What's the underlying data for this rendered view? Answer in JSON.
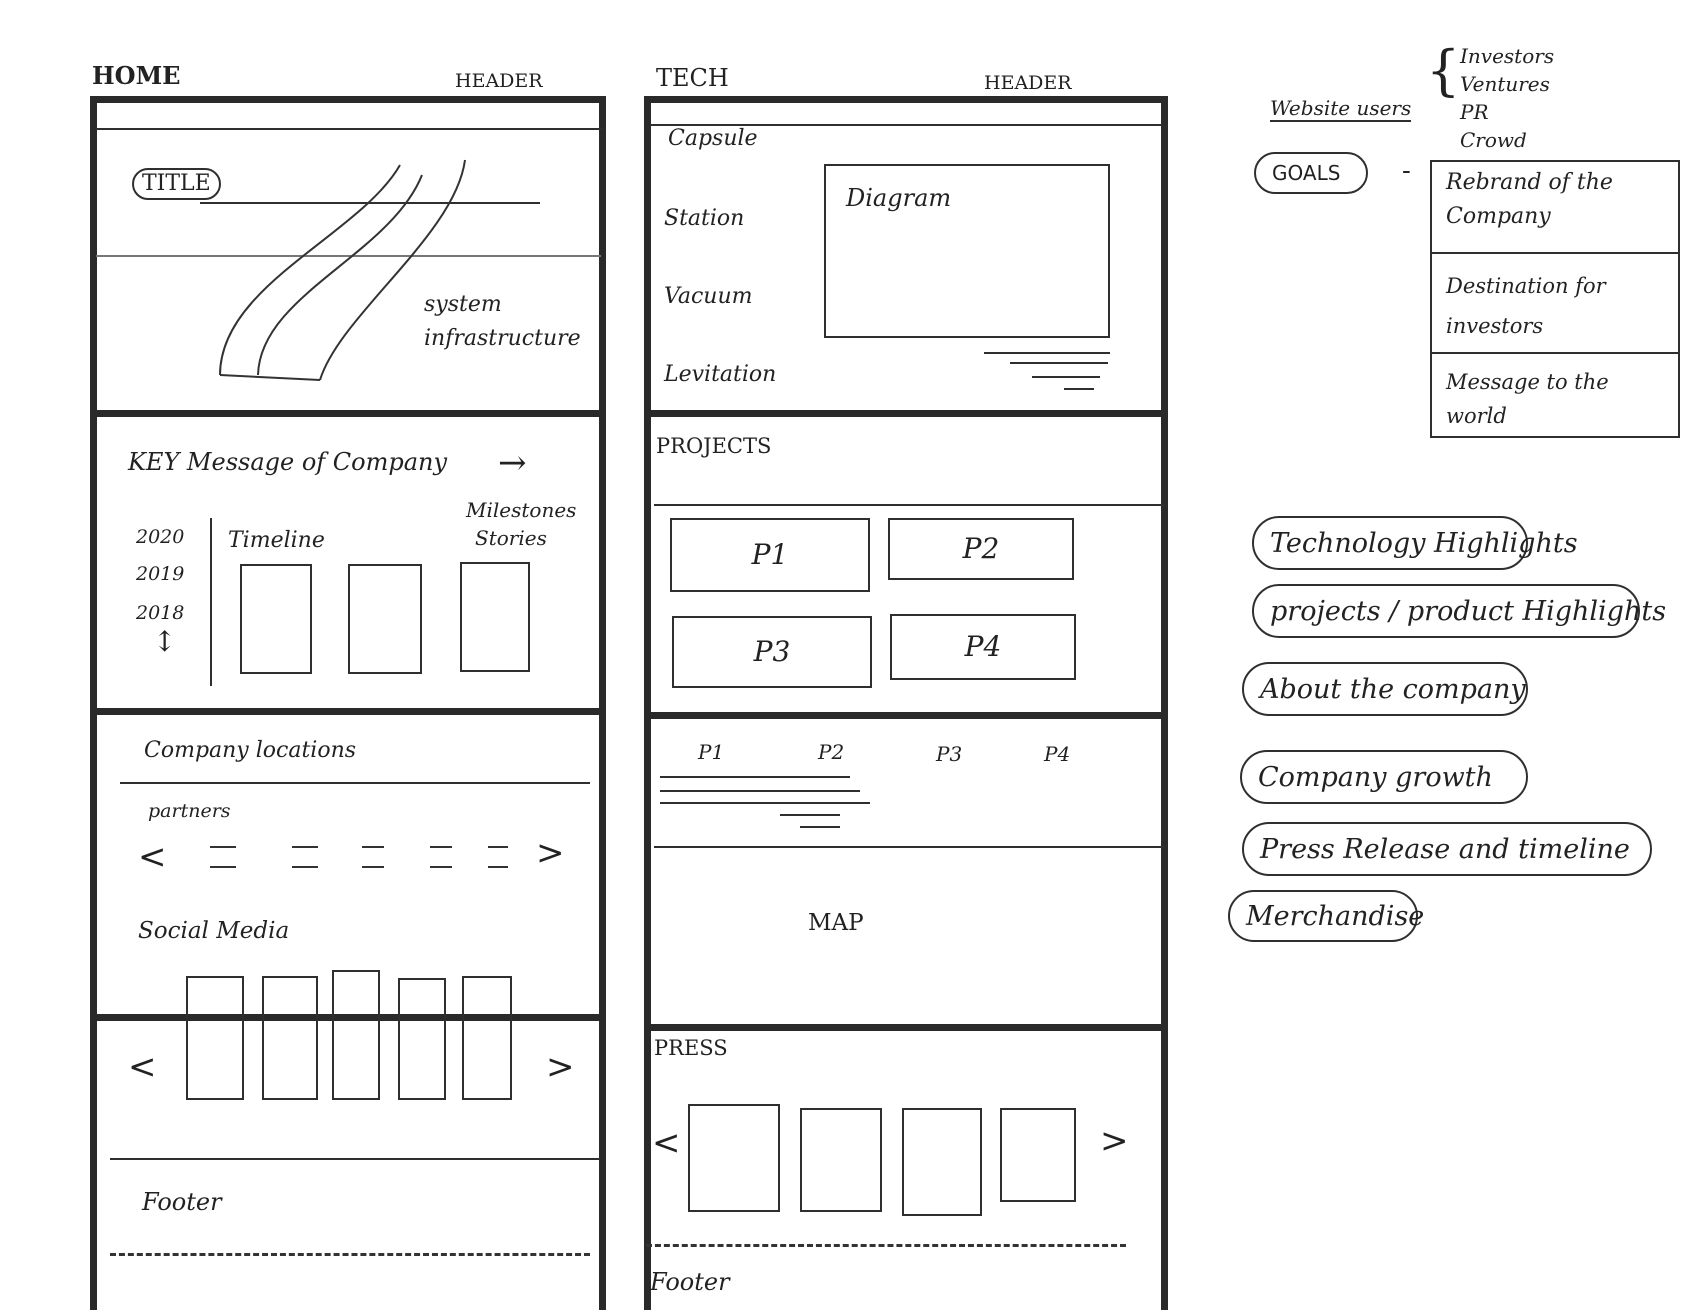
{
  "home": {
    "title": "HOME",
    "header": "HEADER",
    "hero_title": "TITLE",
    "hero_caption_1": "system",
    "hero_caption_2": "infrastructure",
    "key_message": "KEY Message of Company",
    "years": [
      "2020",
      "2019",
      "2018"
    ],
    "timeline_label": "Timeline",
    "milestones_1": "Milestones",
    "milestones_2": "Stories",
    "locations": "Company locations",
    "partners": "partners",
    "social_media": "Social Media",
    "footer": "Footer",
    "prev": "<",
    "next": ">"
  },
  "tech": {
    "title": "TECH",
    "header": "HEADER",
    "menu": [
      "Capsule",
      "Station",
      "Vacuum",
      "Levitation"
    ],
    "diagram": "Diagram",
    "projects_label": "PROJECTS",
    "projects": [
      "P1",
      "P2",
      "P3",
      "P4"
    ],
    "tabs": [
      "P1",
      "P2",
      "P3",
      "P4"
    ],
    "map": "MAP",
    "press": "PRESS",
    "footer": "Footer",
    "prev": "<",
    "next": ">"
  },
  "notes": {
    "website_users": "Website users",
    "users": [
      "Investors",
      "Ventures",
      "PR",
      "Crowd"
    ],
    "goals": "GOALS",
    "goals_dash": "-",
    "goals_list": [
      {
        "line1": "Rebrand of the",
        "line2": "Company"
      },
      {
        "line1": "Destination for",
        "line2": "investors"
      },
      {
        "line1": "Message to the",
        "line2": "world"
      }
    ],
    "sections": [
      "Technology Highlights",
      "projects / product Highlights",
      "About the company",
      "Company growth",
      "Press Release and timeline",
      "Merchandise"
    ]
  }
}
